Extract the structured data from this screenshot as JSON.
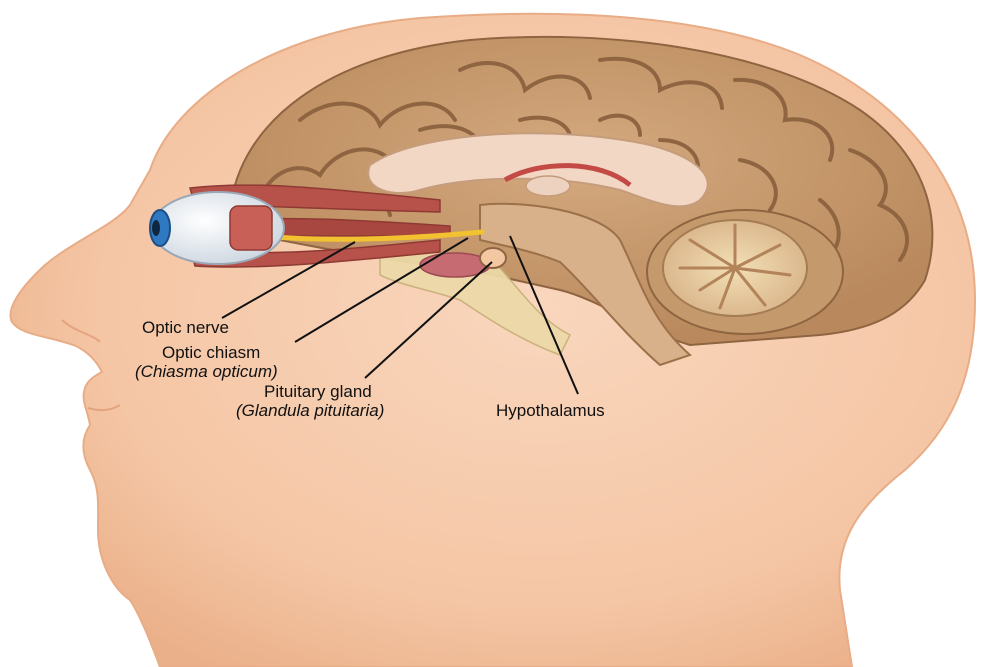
{
  "labels": {
    "optic_nerve": "Optic nerve",
    "optic_chiasm": "Optic chiasm",
    "optic_chiasm_latin": "(Chiasma opticum)",
    "pituitary_gland": "Pituitary gland",
    "pituitary_gland_latin": "(Glandula pituitaria)",
    "hypothalamus": "Hypothalamus"
  },
  "colors": {
    "skin": "#f6c8a8",
    "skin_edge": "#e9b08c",
    "brain": "#c4966a",
    "brain_dark": "#a8774d",
    "brain_light": "#d9b48c",
    "muscle": "#b6524a",
    "nerve": "#f2c230",
    "iris": "#2f79c2",
    "bone": "#ecd9a8",
    "leader": "#111111"
  }
}
